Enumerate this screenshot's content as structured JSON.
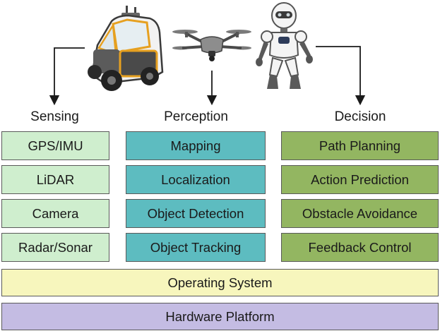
{
  "icons": {
    "vehicle": "autonomous-car-icon",
    "drone": "drone-icon",
    "robot": "humanoid-robot-icon"
  },
  "columns": [
    {
      "title": "Sensing",
      "items": [
        "GPS/IMU",
        "LiDAR",
        "Camera",
        "Radar/Sonar"
      ]
    },
    {
      "title": "Perception",
      "items": [
        "Mapping",
        "Localization",
        "Object Detection",
        "Object Tracking"
      ]
    },
    {
      "title": "Decision",
      "items": [
        "Path Planning",
        "Action Prediction",
        "Obstacle Avoidance",
        "Feedback Control"
      ]
    }
  ],
  "layers": {
    "operating_system": "Operating System",
    "hardware_platform": "Hardware Platform"
  },
  "colors": {
    "sensing": "#cfeece",
    "perception": "#5dbcc0",
    "decision": "#93b661",
    "operating_system": "#f7f6bd",
    "hardware_platform": "#c4bce3",
    "border": "#5a5a5a"
  }
}
